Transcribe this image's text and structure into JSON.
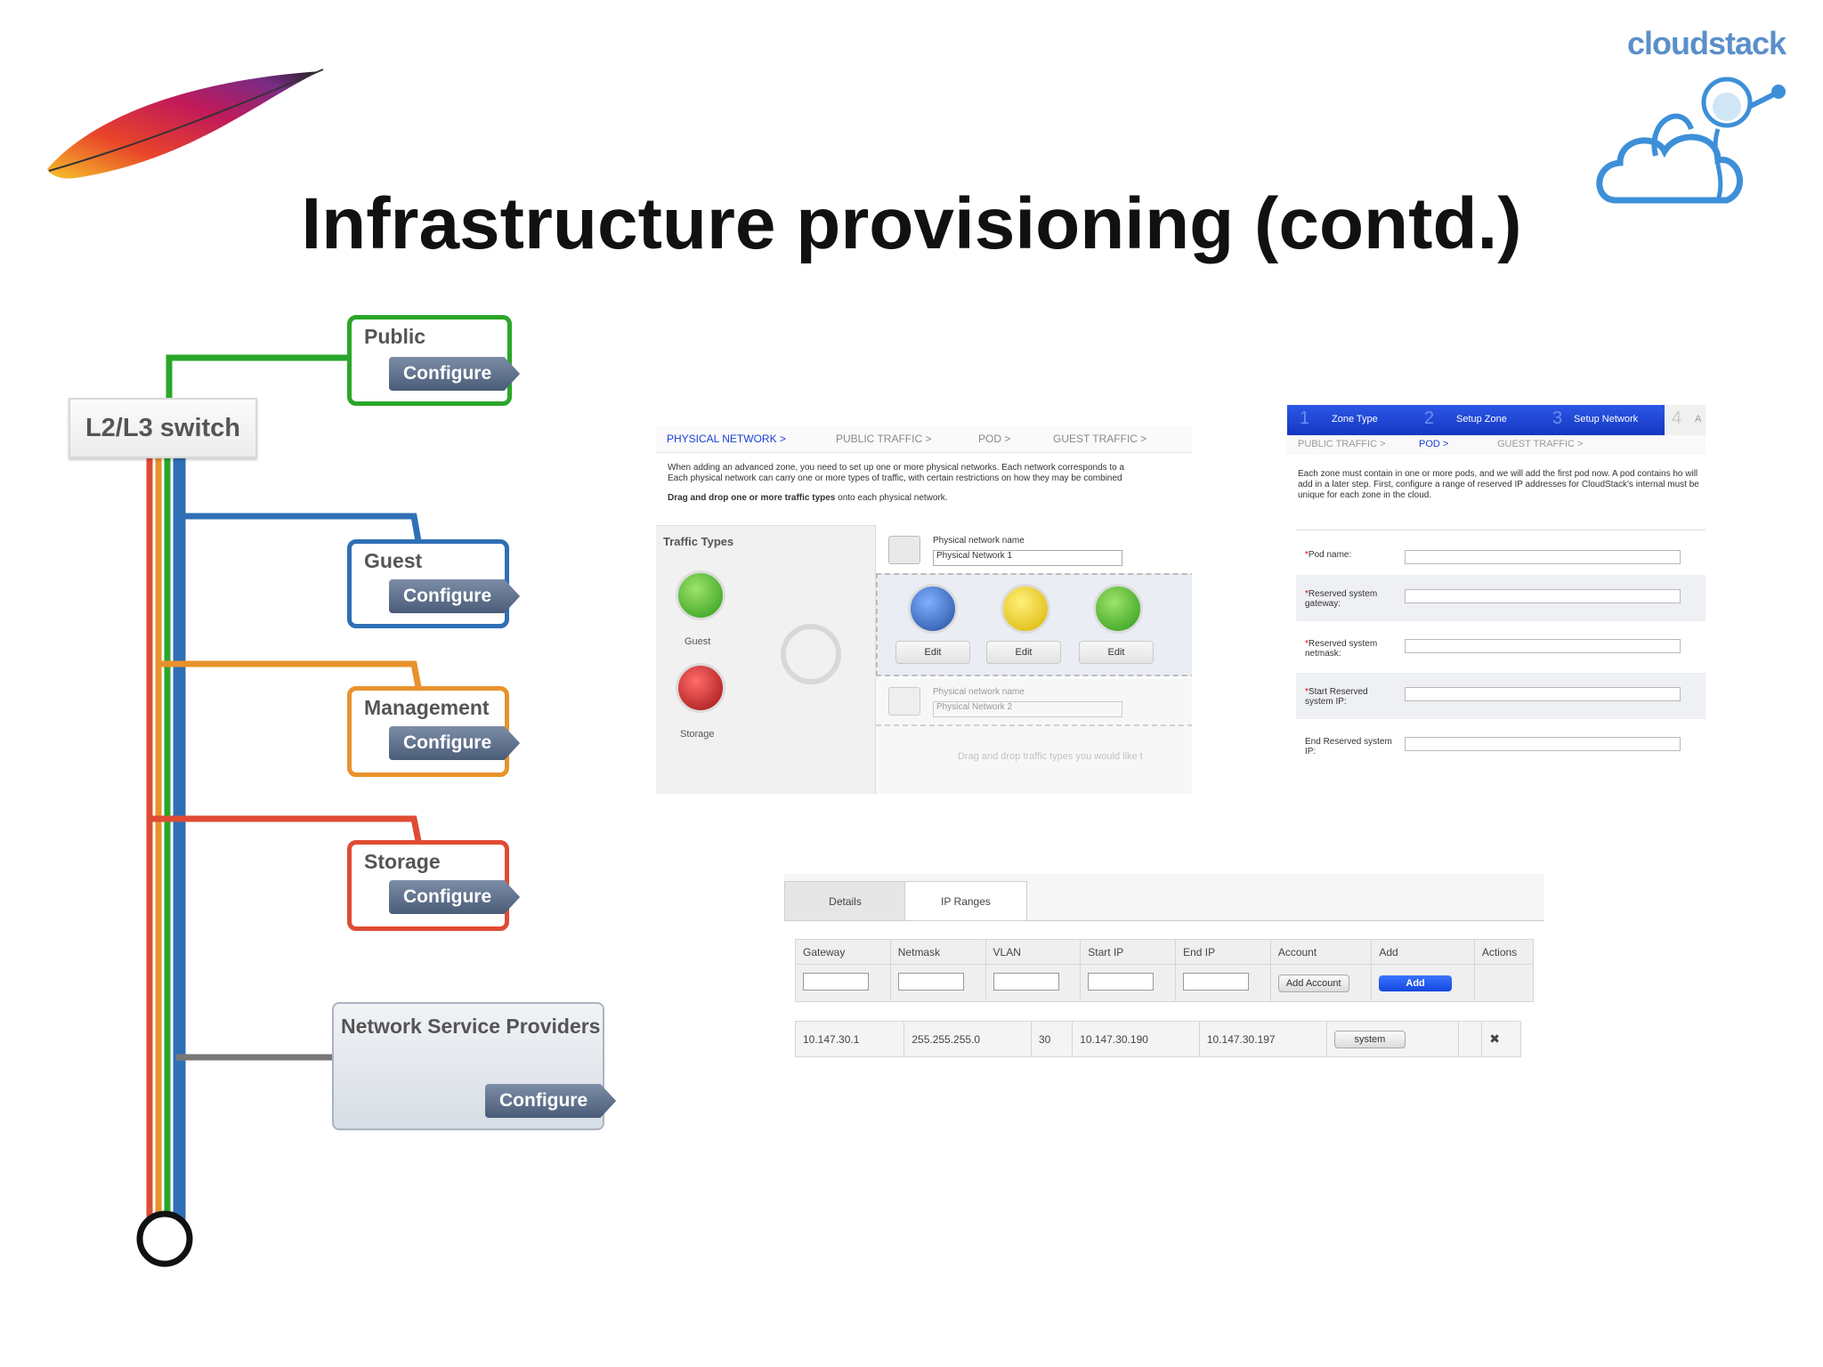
{
  "slide": {
    "title": "Infrastructure provisioning (contd.)"
  },
  "logo": {
    "text": "cloudstack"
  },
  "diagram": {
    "switch_label": "L2/L3 switch",
    "configure_label": "Configure",
    "networks": [
      {
        "label": "Public",
        "color": "#2aa62a"
      },
      {
        "label": "Guest",
        "color": "#2f6fb5"
      },
      {
        "label": "Management",
        "color": "#e8922c"
      },
      {
        "label": "Storage",
        "color": "#df4b34"
      }
    ],
    "nsp_label": "Network Service Providers",
    "nsp_color": "#777777"
  },
  "physnet_panel": {
    "steps": [
      "PHYSICAL NETWORK >",
      "PUBLIC TRAFFIC >",
      "POD >",
      "GUEST TRAFFIC >"
    ],
    "intro_line1": "When adding an advanced zone, you need to set up one or more physical networks. Each network corresponds to a",
    "intro_line2": "Each physical network can carry one or more types of traffic, with certain restrictions on how they may be combined",
    "drag_bold": "Drag and drop one or more traffic types",
    "drag_rest": " onto each physical network.",
    "traffic_types_title": "Traffic Types",
    "type_guest": "Guest",
    "type_storage": "Storage",
    "net_name_label": "Physical network name",
    "net1_value": "Physical Network 1",
    "net2_value": "Physical Network 2",
    "edit_label": "Edit",
    "drop_hint": "Drag and drop traffic types you would like t"
  },
  "pod_panel": {
    "wizard": [
      {
        "num": "1",
        "label": "Zone Type"
      },
      {
        "num": "2",
        "label": "Setup Zone"
      },
      {
        "num": "3",
        "label": "Setup Network"
      },
      {
        "num": "4",
        "label": "A"
      }
    ],
    "steps": [
      "PUBLIC TRAFFIC >",
      "POD >",
      "GUEST TRAFFIC >"
    ],
    "intro": "Each zone must contain in one or more pods, and we will add the first pod now. A pod contains ho will add in a later step. First, configure a range of reserved IP addresses for CloudStack's internal must be unique for each zone in the cloud.",
    "fields": [
      {
        "label": "Pod name:",
        "required": "*"
      },
      {
        "label": "Reserved system gateway:",
        "required": "*"
      },
      {
        "label": "Reserved system netmask:",
        "required": "*"
      },
      {
        "label": "Start Reserved system IP:",
        "required": "*"
      },
      {
        "label": "End Reserved system IP:",
        "required": ""
      }
    ]
  },
  "ip_panel": {
    "tabs": [
      "Details",
      "IP Ranges"
    ],
    "columns": [
      "Gateway",
      "Netmask",
      "VLAN",
      "Start IP",
      "End IP",
      "Account",
      "Add",
      "Actions"
    ],
    "add_account_label": "Add Account",
    "add_label": "Add",
    "row": [
      "10.147.30.1",
      "255.255.255.0",
      "30",
      "10.147.30.190",
      "10.147.30.197",
      "system",
      "",
      "✖"
    ]
  }
}
